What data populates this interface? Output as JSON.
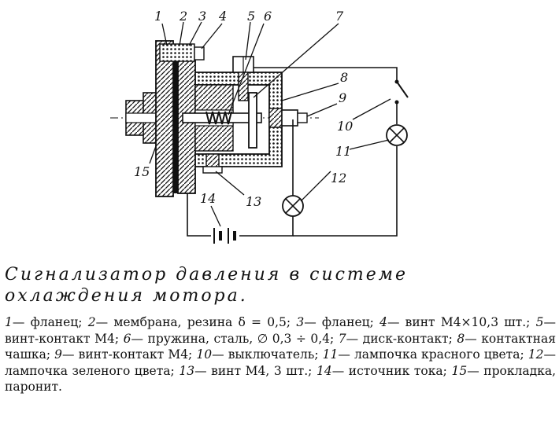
{
  "diagram": {
    "labels": {
      "l1": "1",
      "l2": "2",
      "l3": "3",
      "l4": "4",
      "l5": "5",
      "l6": "6",
      "l7": "7",
      "l8": "8",
      "l9": "9",
      "l10": "10",
      "l11": "11",
      "l12": "12",
      "l13": "13",
      "l14": "14",
      "l15": "15"
    }
  },
  "caption": {
    "title": "Сигнализатор давления в системе охлаждения мотора.",
    "items": [
      {
        "num": "1",
        "text": "— фланец;"
      },
      {
        "num": "2",
        "text": "— мембрана, резина δ = 0,5;"
      },
      {
        "num": "3",
        "text": "— фланец;"
      },
      {
        "num": "4",
        "text": "— винт М4×10,3 шт.;"
      },
      {
        "num": "5",
        "text": "— винт-контакт М4;"
      },
      {
        "num": "6",
        "text": "— пружина, сталь, ∅ 0,3 ÷ 0,4;"
      },
      {
        "num": "7",
        "text": "— диск-контакт;"
      },
      {
        "num": "8",
        "text": "— контактная чашка;"
      },
      {
        "num": "9",
        "text": "— винт-контакт М4;"
      },
      {
        "num": "10",
        "text": "— выключатель;"
      },
      {
        "num": "11",
        "text": "— лампочка красного цвета;"
      },
      {
        "num": "12",
        "text": "— лампочка зеленого цвета;"
      },
      {
        "num": "13",
        "text": "— винт М4, 3 шт.;"
      },
      {
        "num": "14",
        "text": "— источник тока;"
      },
      {
        "num": "15",
        "text": "— прокладка, паронит."
      }
    ]
  }
}
